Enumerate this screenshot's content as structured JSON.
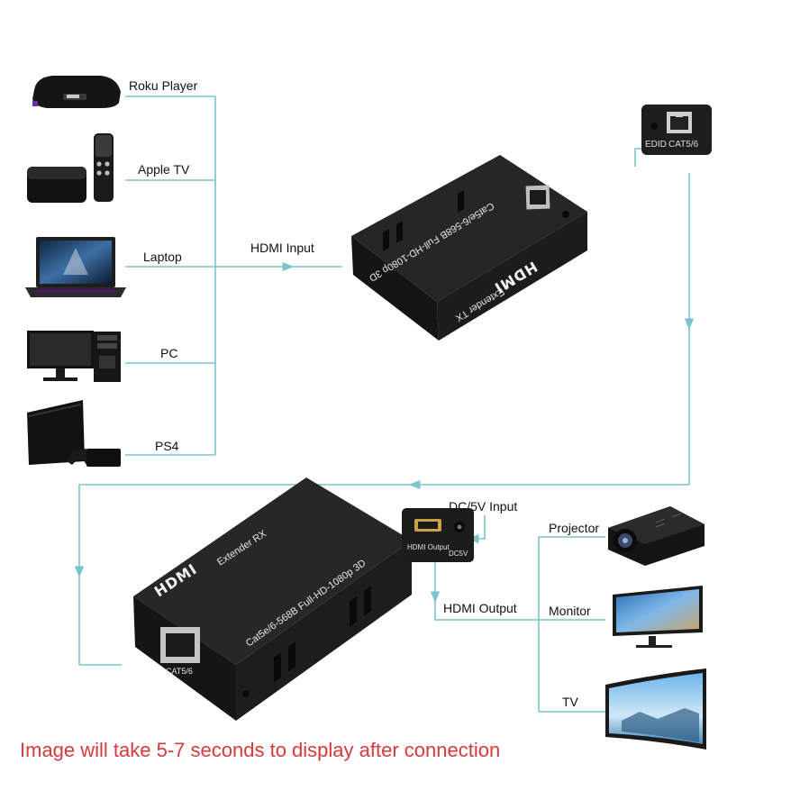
{
  "sources": [
    {
      "id": "roku",
      "label": "Roku Player",
      "icon": "roku-player-icon"
    },
    {
      "id": "appletv",
      "label": "Apple TV",
      "icon": "apple-tv-icon"
    },
    {
      "id": "laptop",
      "label": "Laptop",
      "icon": "laptop-icon"
    },
    {
      "id": "pc",
      "label": "PC",
      "icon": "desktop-pc-icon"
    },
    {
      "id": "ps4",
      "label": "PS4",
      "icon": "ps4-console-icon"
    }
  ],
  "hdmi_input_label": "HDMI Input",
  "tx": {
    "logo": "HDMI",
    "model": "Cat5e/6-568B   Full-HD-1080p 3D",
    "role": "Extender   TX",
    "port_label": "CAT5/6",
    "edid_label": "EDID"
  },
  "port_callout": {
    "edid": "EDID",
    "cat": "CAT5/6"
  },
  "rx": {
    "logo": "HDMI",
    "model": "Cat5e/6-568B  Full-HD-1080p 3D",
    "role": "Extender   RX",
    "port_label": "CAT5/6"
  },
  "rx_callout": {
    "hdmi_output": "HDMI Output",
    "dc": "DC5V"
  },
  "dc_input_label": "DC/5V Input",
  "hdmi_output_label": "HDMI Output",
  "outputs": [
    {
      "id": "projector",
      "label": "Projector",
      "icon": "projector-icon"
    },
    {
      "id": "monitor",
      "label": "Monitor",
      "icon": "monitor-icon"
    },
    {
      "id": "tv",
      "label": "TV",
      "icon": "curved-tv-icon"
    }
  ],
  "notice": "Image will take 5-7 seconds to display after connection",
  "colors": {
    "line": "#7cc4cc",
    "device": "#1b1b1b",
    "notice": "#d63a3a"
  }
}
